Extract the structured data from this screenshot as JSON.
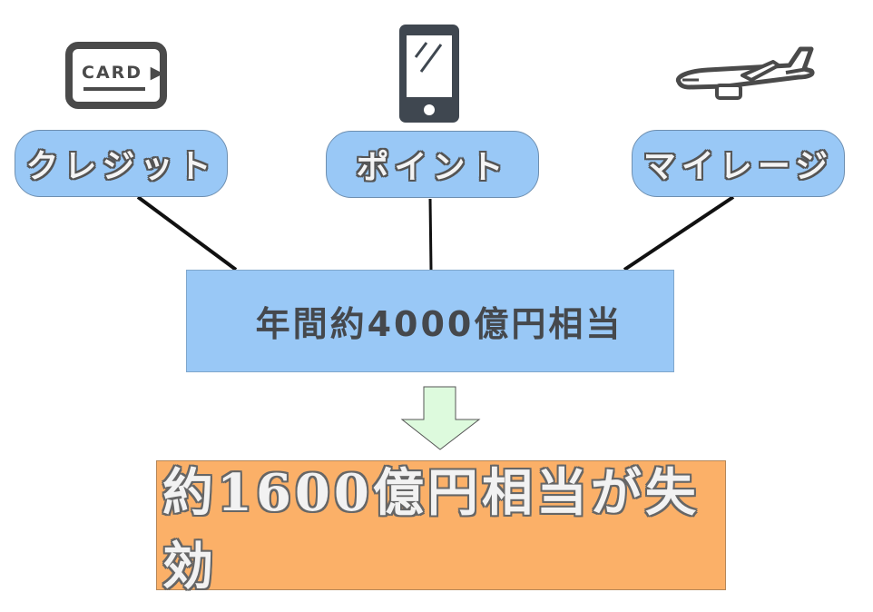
{
  "sources": [
    {
      "label": "クレジット",
      "icon": "credit-card-icon",
      "icon_text": "CARD ▶"
    },
    {
      "label": "ポイント",
      "icon": "smartphone-icon"
    },
    {
      "label": "マイレージ",
      "icon": "airplane-icon"
    }
  ],
  "total": {
    "label": "年間約4000億円相当"
  },
  "result": {
    "label": "約1600億円相当が失効"
  },
  "colors": {
    "pill_fill": "#99c8f6",
    "total_fill": "#99c8f6",
    "result_fill": "#fbb068",
    "arrow_fill": "#ddfadd",
    "icon_color": "#3f4750"
  }
}
